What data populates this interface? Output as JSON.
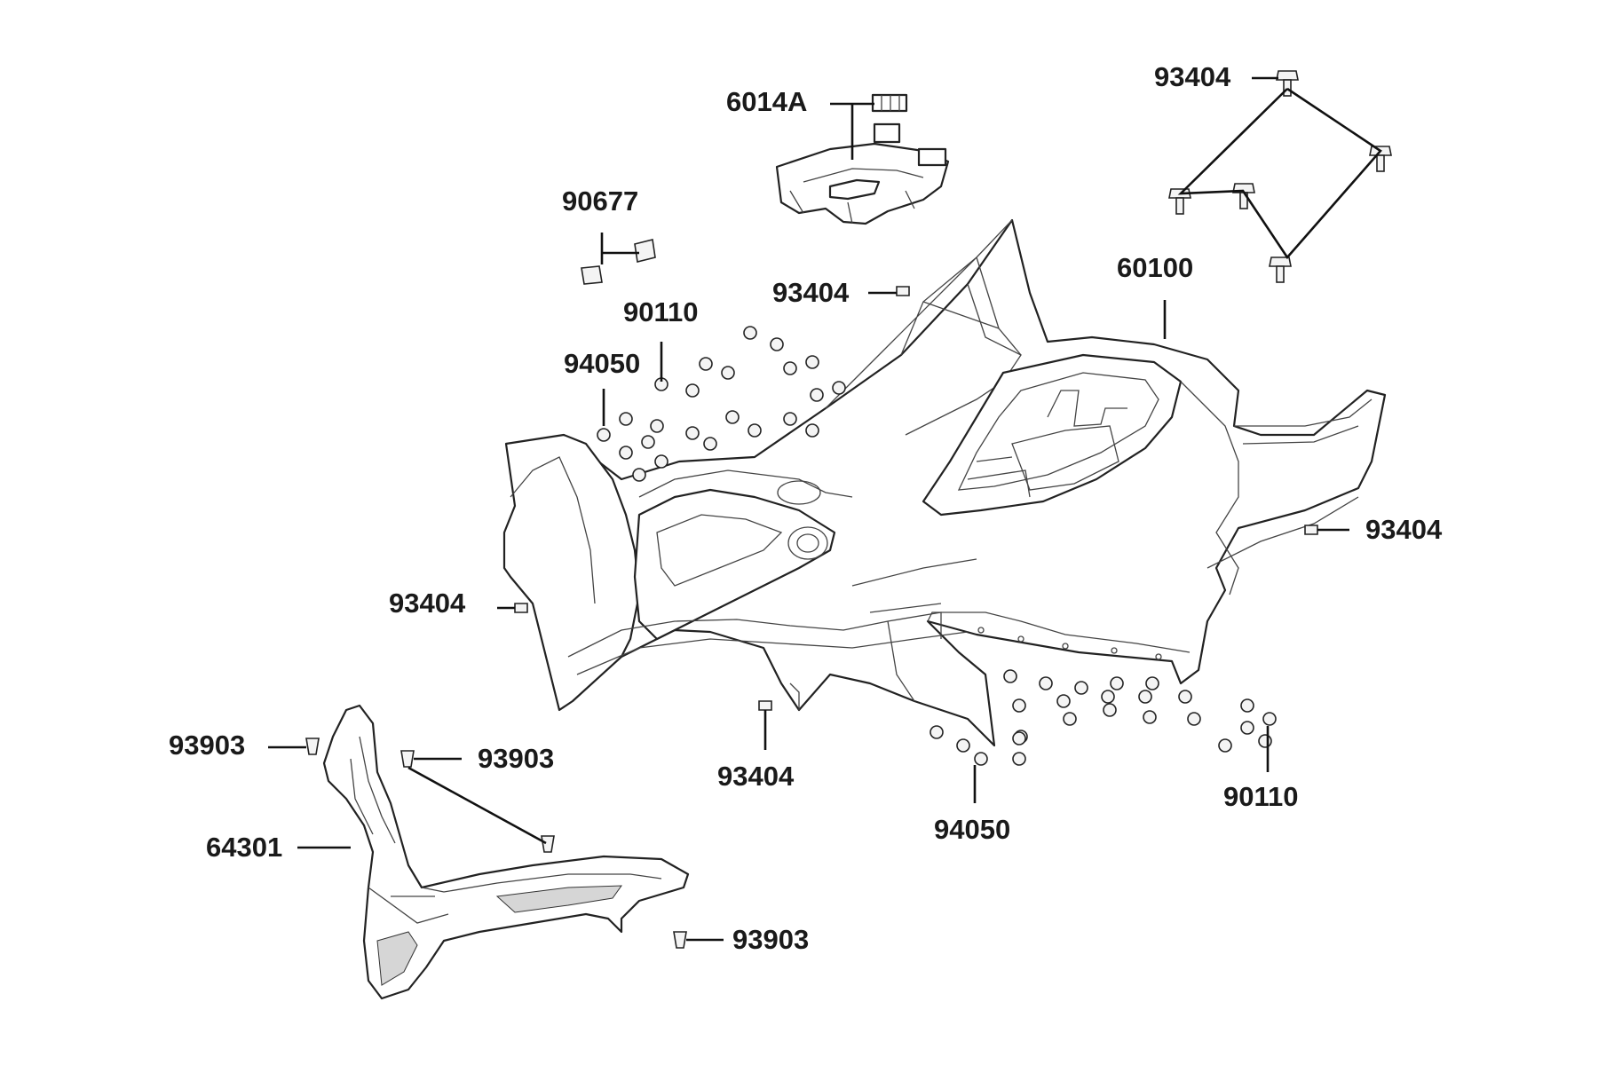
{
  "labels": {
    "p6014A": "6014A",
    "p93404_top_right": "93404",
    "p90677": "90677",
    "p93404_upper_mid": "93404",
    "p60100": "60100",
    "p90110_upper": "90110",
    "p94050_upper": "94050",
    "p93404_right": "93404",
    "p93404_left": "93404",
    "p93404_bottom_mid": "93404",
    "p94050_lower": "94050",
    "p90110_lower": "90110",
    "p93903_upper_left": "93903",
    "p93903_upper_right": "93903",
    "p64301": "64301",
    "p93903_lower": "93903"
  },
  "colors": {
    "line": "#222222",
    "label": "#1a1a1a",
    "background": "#ffffff"
  }
}
